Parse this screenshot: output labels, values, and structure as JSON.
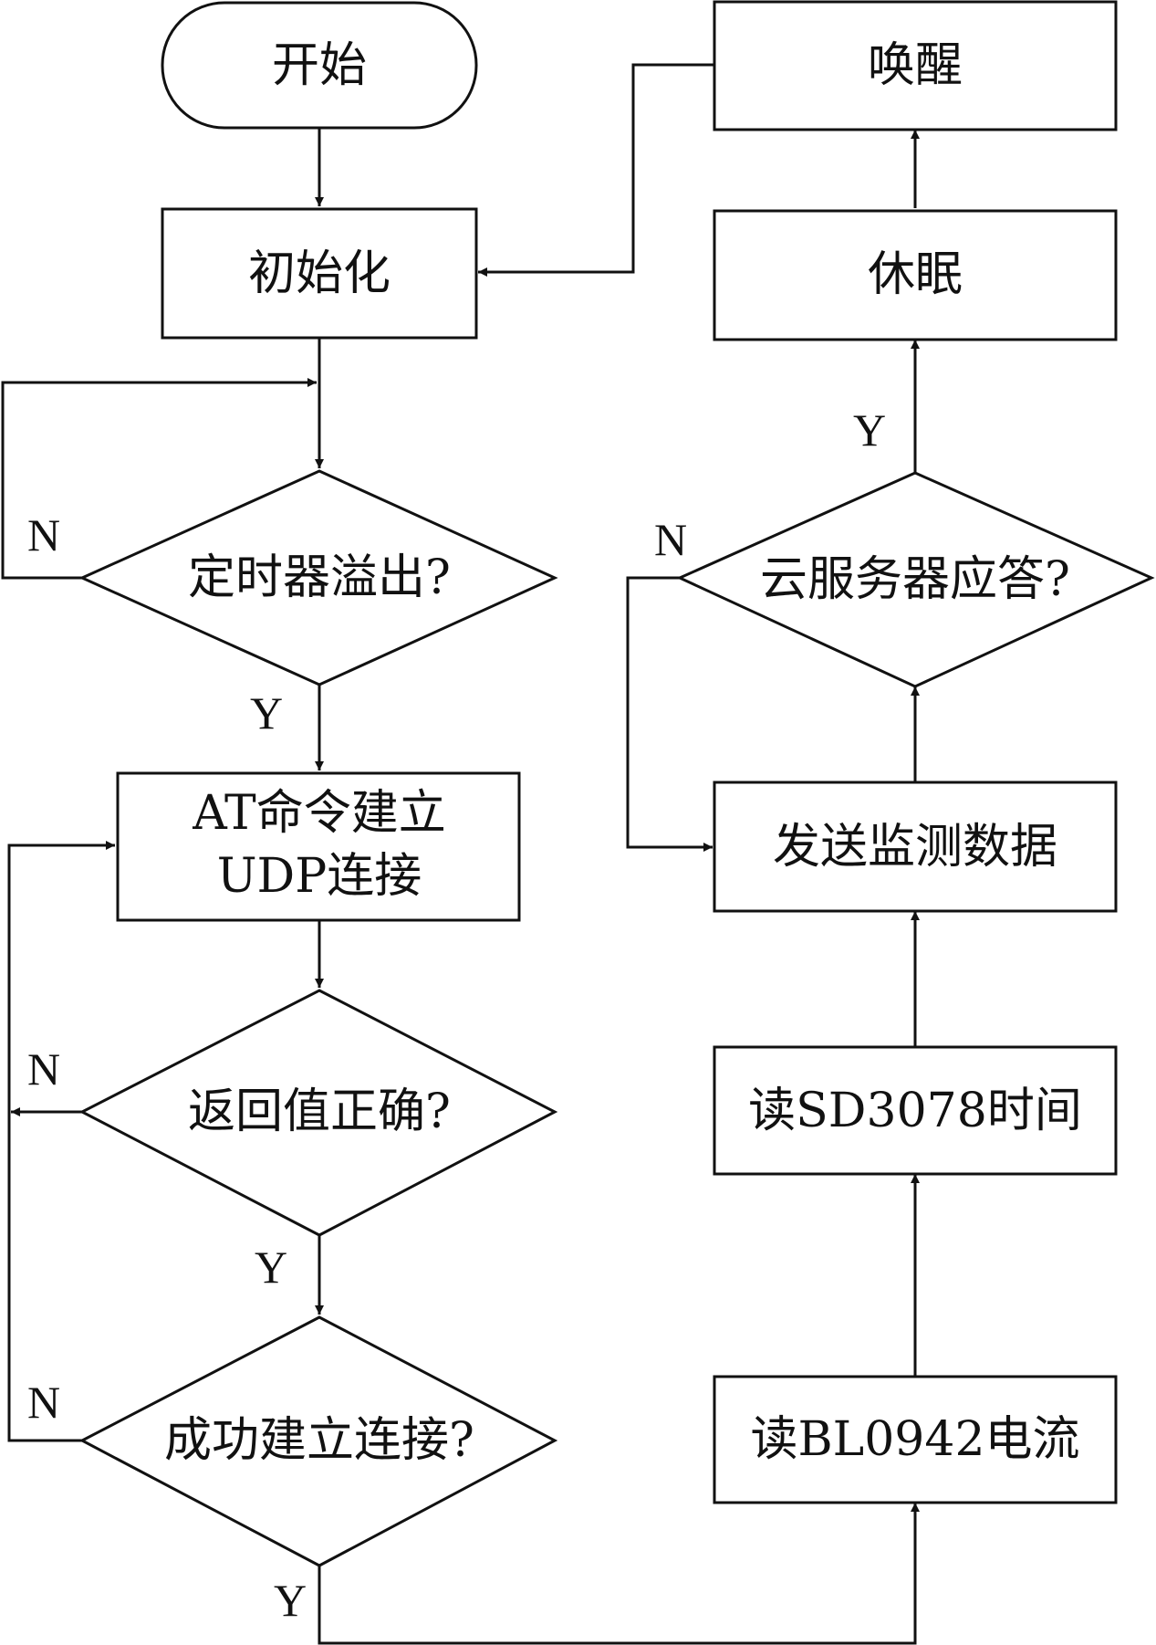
{
  "nodes": {
    "start": "开始",
    "init": "初始化",
    "timer": "定时器溢出?",
    "at_line1": "AT命令建立",
    "at_line2": "UDP连接",
    "retval": "返回值正确?",
    "conn": "成功建立连接?",
    "wake": "唤醒",
    "sleep": "休眠",
    "cloud": "云服务器应答?",
    "send": "发送监测数据",
    "rtc": "读SD3078时间",
    "bl": "读BL0942电流"
  },
  "labels": {
    "yes": "Y",
    "no": "N"
  },
  "edges": [
    {
      "from": "start",
      "to": "init"
    },
    {
      "from": "init",
      "to": "timer"
    },
    {
      "from": "timer",
      "to": "timer",
      "label": "N"
    },
    {
      "from": "timer",
      "to": "at",
      "label": "Y"
    },
    {
      "from": "at",
      "to": "retval"
    },
    {
      "from": "retval",
      "to": "at",
      "label": "N"
    },
    {
      "from": "retval",
      "to": "conn",
      "label": "Y"
    },
    {
      "from": "conn",
      "to": "at",
      "label": "N"
    },
    {
      "from": "conn",
      "to": "bl",
      "label": "Y"
    },
    {
      "from": "bl",
      "to": "rtc"
    },
    {
      "from": "rtc",
      "to": "send"
    },
    {
      "from": "send",
      "to": "cloud"
    },
    {
      "from": "cloud",
      "to": "send",
      "label": "N"
    },
    {
      "from": "cloud",
      "to": "sleep",
      "label": "Y"
    },
    {
      "from": "sleep",
      "to": "wake"
    },
    {
      "from": "wake",
      "to": "init"
    }
  ]
}
